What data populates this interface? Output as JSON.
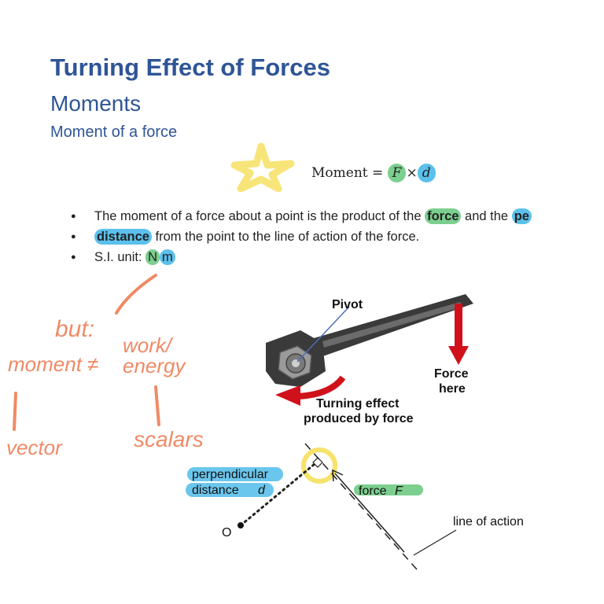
{
  "headings": {
    "title": "Turning Effect of Forces",
    "section": "Moments",
    "subsection": "Moment of a force"
  },
  "formula": {
    "lhs": "Moment",
    "equals": "=",
    "f": "F",
    "times": "×",
    "d": "d"
  },
  "bullets": {
    "item1_pre": "The moment of a force about a point is the product of the ",
    "item1_force": "force",
    "item1_mid": " and the ",
    "item1_perp": "pe",
    "item2_distance": "distance",
    "item2_rest": " from the point to the line of action of the force.",
    "unit_label": "S.I. unit: ",
    "unit_n": "N",
    "unit_m": "m"
  },
  "diagram_wrench": {
    "pivot": "Pivot",
    "force_line1": "Force",
    "force_line2": "here",
    "turning_line1": "Turning effect",
    "turning_line2": "produced by force"
  },
  "diagram_moment": {
    "perp_line1": "perpendicular",
    "perp_line2": "distance",
    "perp_d": "d",
    "force_label": "force",
    "force_f": "F",
    "line_of_action": "line of action",
    "point_o": "O"
  },
  "handwriting": {
    "but": "but:",
    "moment_neq": "moment ≠",
    "work": "work/",
    "energy": "energy",
    "vector": "vector",
    "scalars": "scalars"
  },
  "colors": {
    "heading": "#2f5597",
    "highlight_green": "#7ccf8f",
    "highlight_blue": "#5bc0eb",
    "highlight_yellow": "#f7e26b",
    "ink_orange": "#ef8a66",
    "wrench_dark": "#3a3a3a",
    "force_red": "#d0111b"
  }
}
